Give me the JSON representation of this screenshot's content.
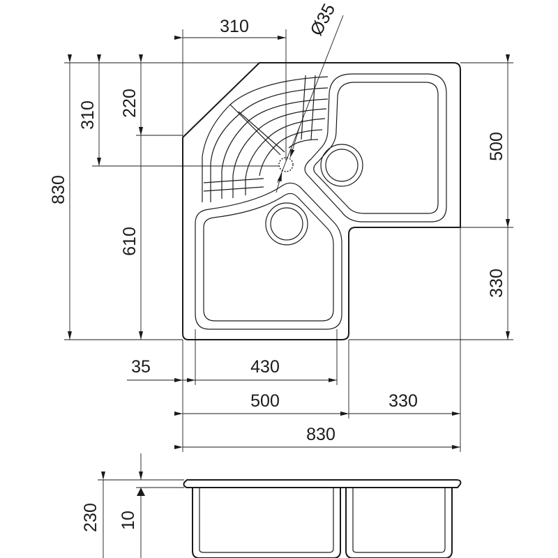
{
  "dimensions": {
    "top_310": "310",
    "diameter": "Ø35",
    "left_830": "830",
    "left_310": "310",
    "left_220": "220",
    "left_610": "610",
    "right_500": "500",
    "right_330": "330",
    "bottom_35": "35",
    "bottom_430": "430",
    "bottom_500": "500",
    "bottom_330": "330",
    "bottom_830": "830",
    "side_230": "230",
    "side_10": "10"
  }
}
